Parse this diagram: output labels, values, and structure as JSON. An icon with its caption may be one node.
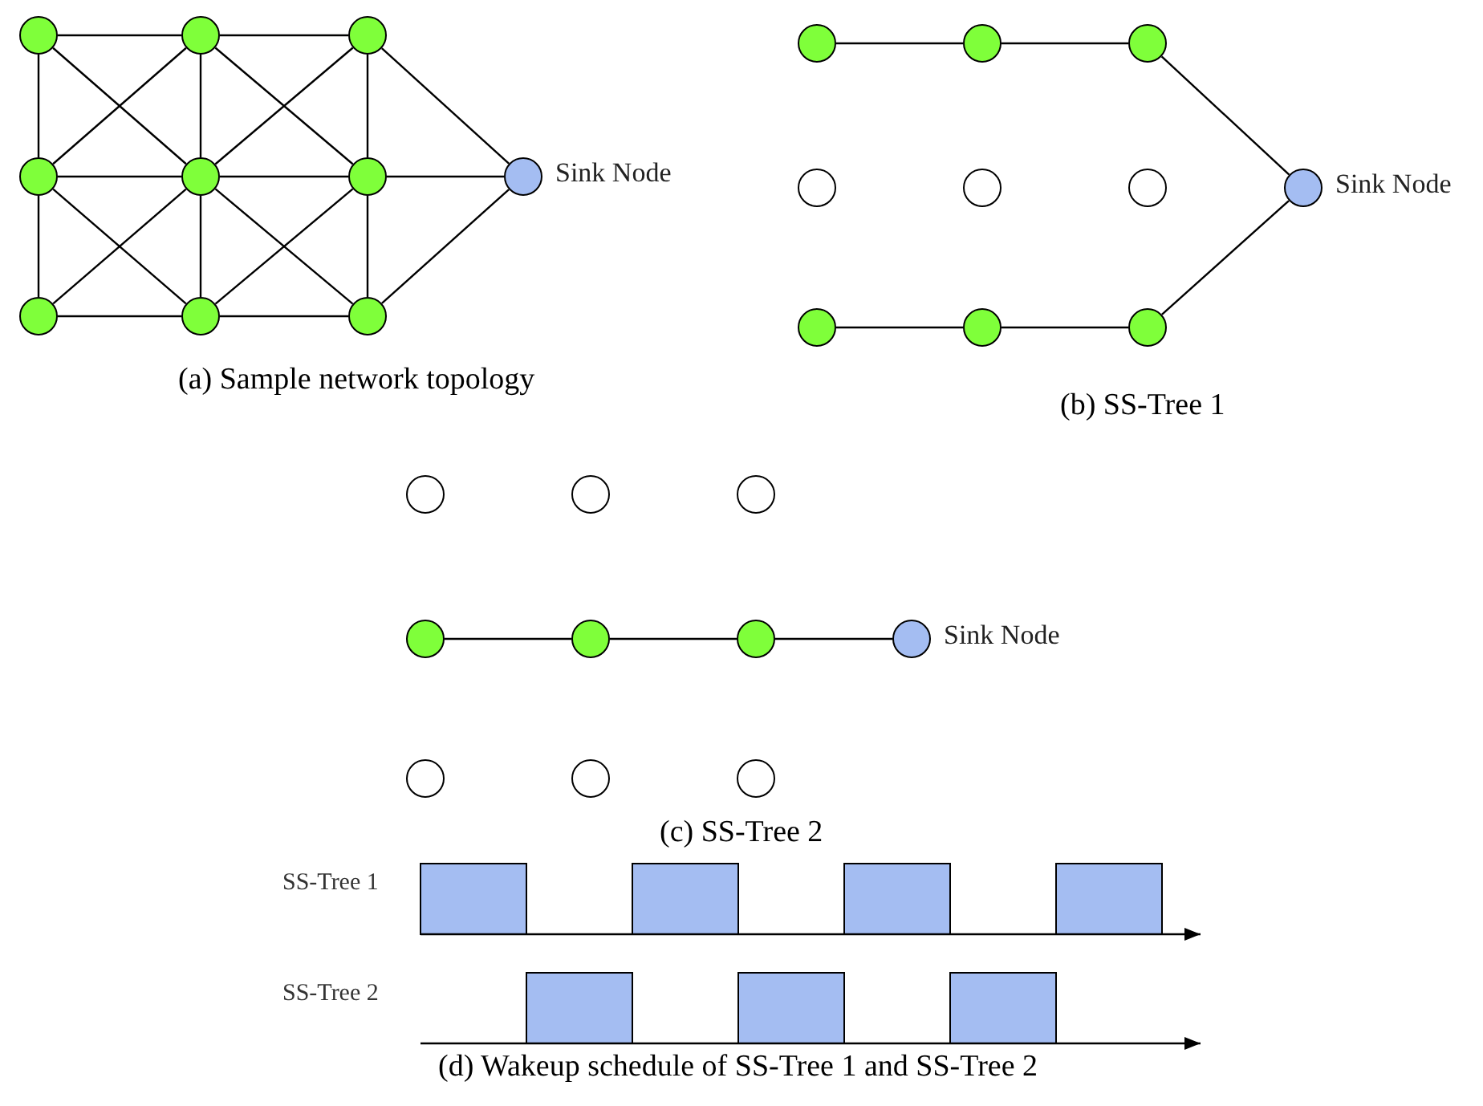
{
  "diagram": {
    "nodes": [
      {
        "text": [],
        "shape": "circle"
      },
      {
        "text": [],
        "shape": "circle"
      },
      {
        "text": [],
        "shape": "circle"
      },
      {
        "text": [],
        "shape": "circle"
      },
      {
        "text": [],
        "shape": "circle"
      },
      {
        "text": [],
        "shape": "circle"
      },
      {
        "text": [],
        "shape": "circle",
        "beside": [
          "Sink Node"
        ]
      },
      {
        "text": [],
        "shape": "circle"
      },
      {
        "text": [],
        "shape": "circle"
      },
      {
        "text": [],
        "shape": "circle"
      },
      {
        "text": [],
        "shape": "circle"
      },
      {
        "text": [],
        "shape": "circle"
      },
      {
        "text": [],
        "shape": "circle"
      },
      {
        "text": [],
        "shape": "circle"
      },
      {
        "text": [],
        "shape": "circle"
      },
      {
        "text": [],
        "shape": "circle"
      },
      {
        "text": [],
        "shape": "circle",
        "beside": [
          "Sink Node"
        ]
      },
      {
        "text": [],
        "shape": "circle"
      },
      {
        "text": [],
        "shape": "circle"
      },
      {
        "text": [],
        "shape": "circle"
      },
      {
        "text": [],
        "shape": "circle"
      },
      {
        "text": [],
        "shape": "circle"
      },
      {
        "text": [],
        "shape": "circle"
      },
      {
        "text": [],
        "shape": "circle"
      },
      {
        "text": [],
        "shape": "circle"
      },
      {
        "text": [],
        "shape": "circle"
      },
      {
        "text": [],
        "shape": "circle",
        "beside": [
          "Sink Node"
        ]
      },
      {
        "text": [],
        "shape": "circle"
      },
      {
        "text": [],
        "shape": "circle"
      },
      {
        "text": [],
        "shape": "circle"
      }
    ],
    "edges": [
      {
        "from": 0,
        "to": 1,
        "arrow": "none"
      },
      {
        "from": 1,
        "to": 2,
        "arrow": "none"
      },
      {
        "from": 3,
        "to": 4,
        "arrow": "none"
      },
      {
        "from": 4,
        "to": 5,
        "arrow": "none"
      },
      {
        "from": 7,
        "to": 8,
        "arrow": "none"
      },
      {
        "from": 8,
        "to": 9,
        "arrow": "none"
      },
      {
        "from": 0,
        "to": 3,
        "arrow": "none"
      },
      {
        "from": 3,
        "to": 7,
        "arrow": "none"
      },
      {
        "from": 1,
        "to": 4,
        "arrow": "none"
      },
      {
        "from": 4,
        "to": 8,
        "arrow": "none"
      },
      {
        "from": 2,
        "to": 5,
        "arrow": "none"
      },
      {
        "from": 5,
        "to": 9,
        "arrow": "none"
      },
      {
        "from": 0,
        "to": 4,
        "arrow": "none"
      },
      {
        "from": 1,
        "to": 3,
        "arrow": "none"
      },
      {
        "from": 1,
        "to": 5,
        "arrow": "none"
      },
      {
        "from": 2,
        "to": 4,
        "arrow": "none"
      },
      {
        "from": 3,
        "to": 8,
        "arrow": "none"
      },
      {
        "from": 4,
        "to": 7,
        "arrow": "none"
      },
      {
        "from": 4,
        "to": 9,
        "arrow": "none"
      },
      {
        "from": 5,
        "to": 8,
        "arrow": "none"
      },
      {
        "from": 2,
        "to": 6,
        "arrow": "none"
      },
      {
        "from": 5,
        "to": 6,
        "arrow": "none"
      },
      {
        "from": 9,
        "to": 6,
        "arrow": "none"
      },
      {
        "from": 10,
        "to": 11,
        "arrow": "none"
      },
      {
        "from": 11,
        "to": 12,
        "arrow": "none"
      },
      {
        "from": 12,
        "to": 16,
        "arrow": "none"
      },
      {
        "from": 17,
        "to": 18,
        "arrow": "none"
      },
      {
        "from": 18,
        "to": 19,
        "arrow": "none"
      },
      {
        "from": 19,
        "to": 16,
        "arrow": "none"
      },
      {
        "from": 23,
        "to": 24,
        "arrow": "none"
      },
      {
        "from": 24,
        "to": 25,
        "arrow": "none"
      },
      {
        "from": 25,
        "to": 26,
        "arrow": "none"
      }
    ],
    "labels": [
      "(a) Sample network topology",
      "(b) SS-Tree 1",
      "(c) SS-Tree 2",
      "SS-Tree 1",
      "SS-Tree 2",
      "(d) Wakeup schedule of SS-Tree 1 and SS-Tree 2"
    ]
  }
}
